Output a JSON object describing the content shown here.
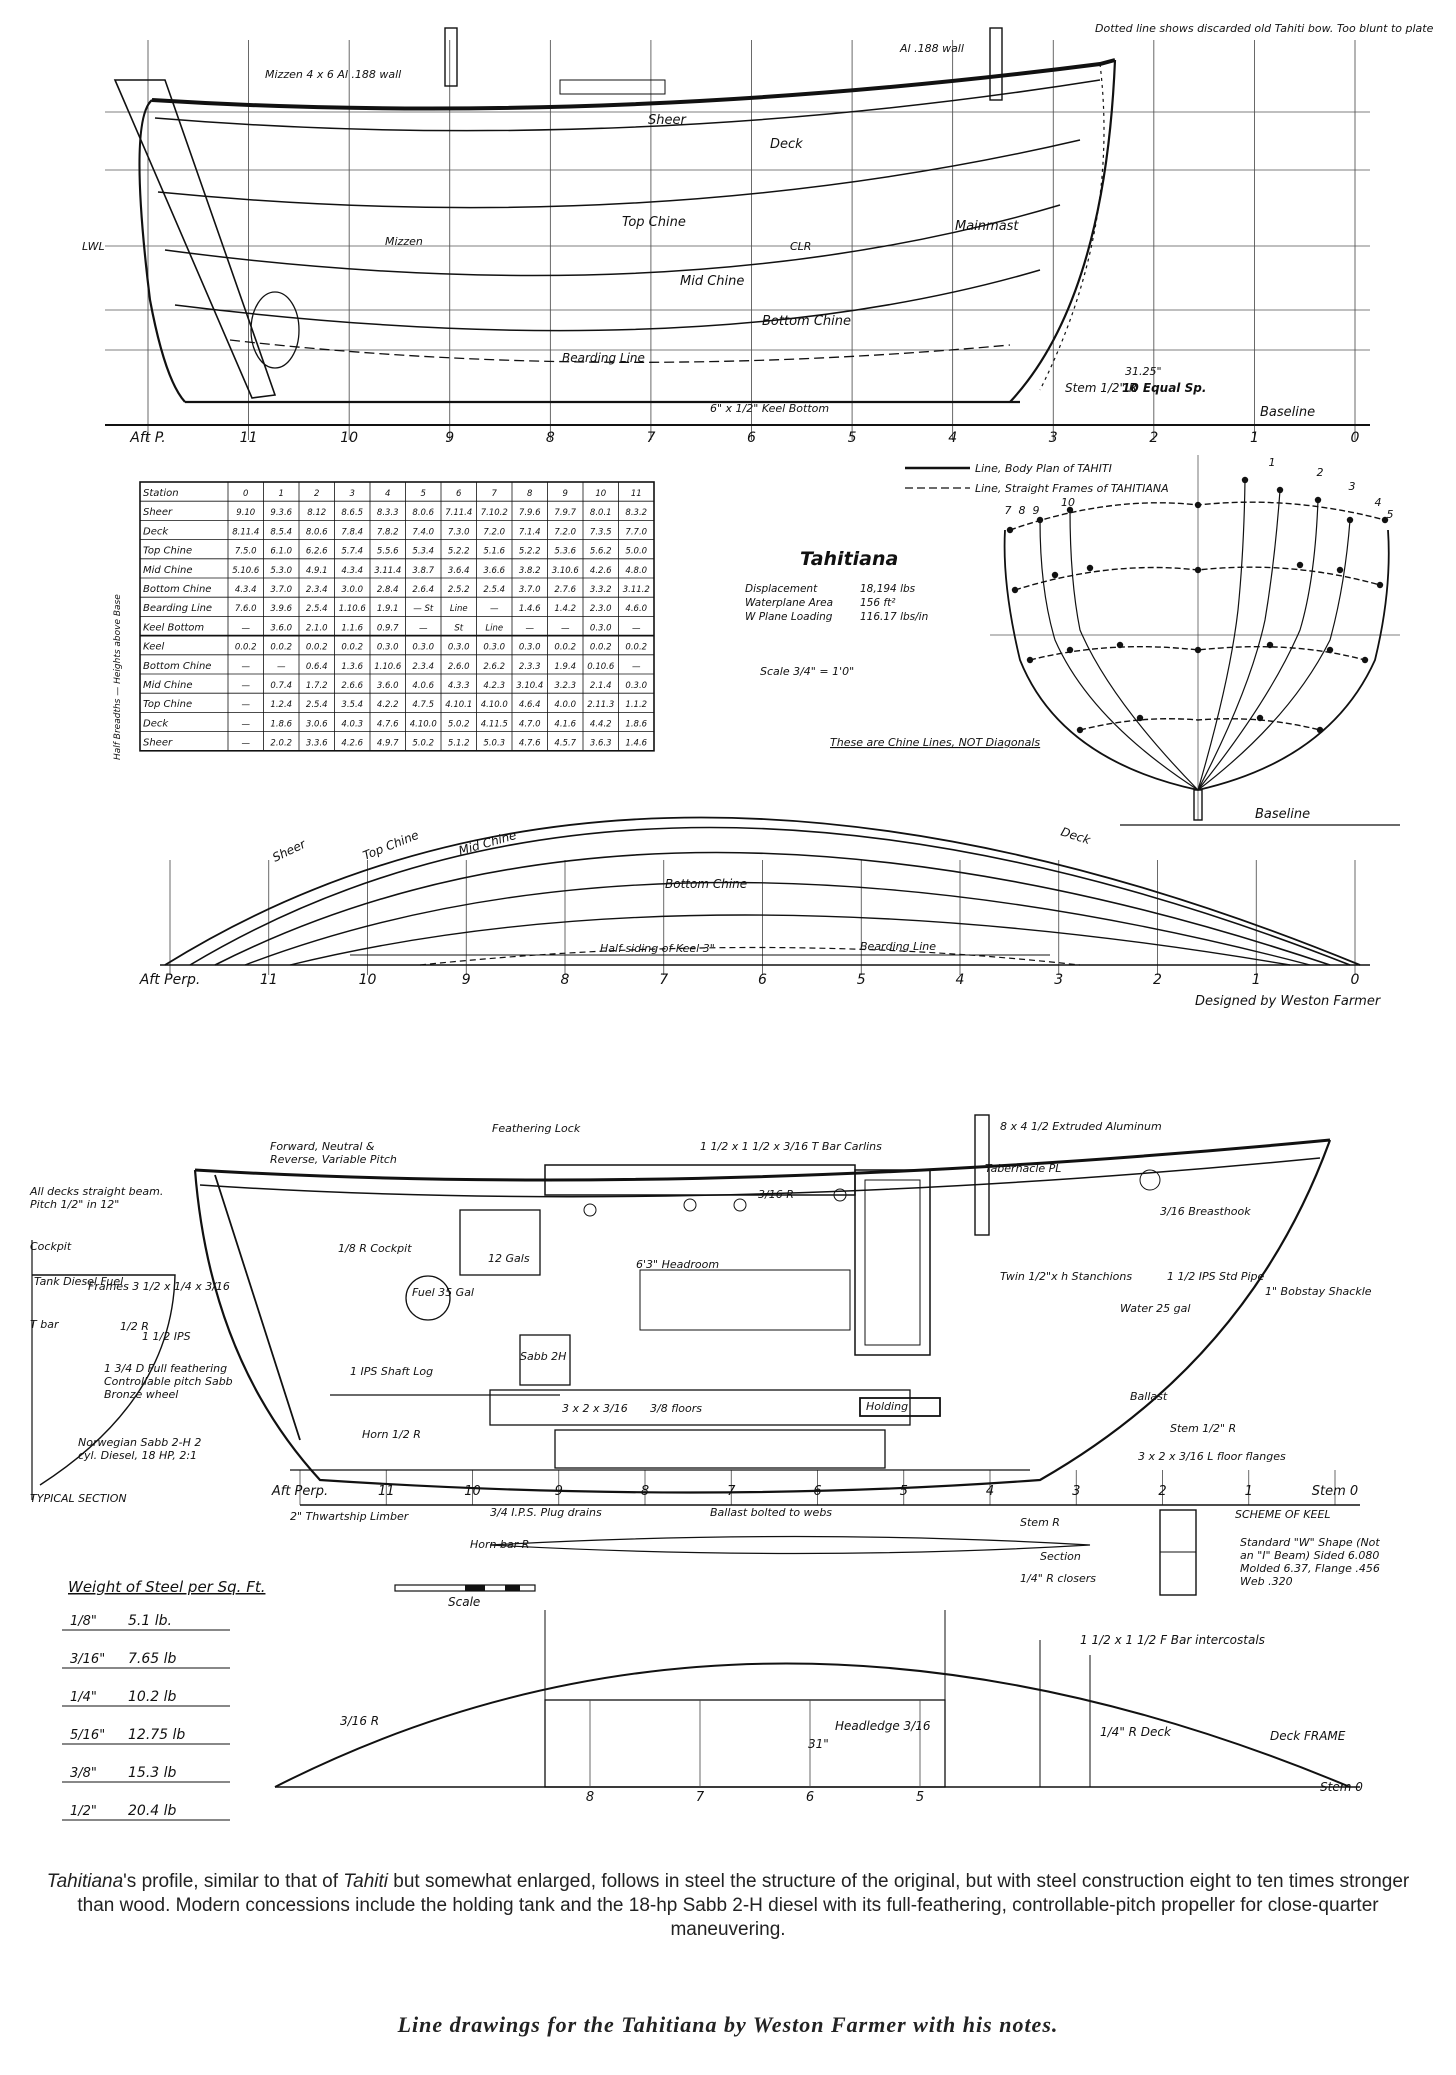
{
  "profile": {
    "station_labels": [
      "Aft P.",
      "11",
      "10",
      "9",
      "8",
      "7",
      "6",
      "5",
      "4",
      "3",
      "2",
      "1",
      "0"
    ],
    "notes": {
      "dotted_line": "Dotted line shows discarded old Tahiti bow. Too blunt to plate",
      "mast_top": "Al .188 wall",
      "mizzen": "Mizzen 4 x 6 Al .188 wall",
      "sheer": "Sheer",
      "deck": "Deck",
      "top_chine": "Top Chine",
      "mid_chine": "Mid Chine",
      "bottom_chine": "Bottom Chine",
      "mainmast": "Mainmast",
      "mizzen_label": "Mizzen",
      "clr": "CLR",
      "bearding_line": "Bearding Line",
      "keel_bottom": "6\" x 1/2\" Keel Bottom",
      "stem": "Stem 1/2\" R",
      "equal_sp": "10 Equal Sp.",
      "baseline": "Baseline",
      "lwl": "LWL",
      "dim_3125": "31.25\""
    }
  },
  "offsets_table": {
    "side_label": "Half Breadths — Heights above Base",
    "header": [
      "Station",
      "0",
      "1",
      "2",
      "3",
      "4",
      "5",
      "6",
      "7",
      "8",
      "9",
      "10",
      "11"
    ],
    "rows": [
      [
        "Sheer",
        "9.10",
        "9.3.6",
        "8.12",
        "8.6.5",
        "8.3.3",
        "8.0.6",
        "7.11.4",
        "7.10.2",
        "7.9.6",
        "7.9.7",
        "8.0.1",
        "8.3.2"
      ],
      [
        "Deck",
        "8.11.4",
        "8.5.4",
        "8.0.6",
        "7.8.4",
        "7.8.2",
        "7.4.0",
        "7.3.0",
        "7.2.0",
        "7.1.4",
        "7.2.0",
        "7.3.5",
        "7.7.0"
      ],
      [
        "Top Chine",
        "7.5.0",
        "6.1.0",
        "6.2.6",
        "5.7.4",
        "5.5.6",
        "5.3.4",
        "5.2.2",
        "5.1.6",
        "5.2.2",
        "5.3.6",
        "5.6.2",
        "5.0.0"
      ],
      [
        "Mid Chine",
        "5.10.6",
        "5.3.0",
        "4.9.1",
        "4.3.4",
        "3.11.4",
        "3.8.7",
        "3.6.4",
        "3.6.6",
        "3.8.2",
        "3.10.6",
        "4.2.6",
        "4.8.0"
      ],
      [
        "Bottom Chine",
        "4.3.4",
        "3.7.0",
        "2.3.4",
        "3.0.0",
        "2.8.4",
        "2.6.4",
        "2.5.2",
        "2.5.4",
        "3.7.0",
        "2.7.6",
        "3.3.2",
        "3.11.2"
      ],
      [
        "Bearding Line",
        "7.6.0",
        "3.9.6",
        "2.5.4",
        "1.10.6",
        "1.9.1",
        "— St",
        "Line",
        "—",
        "1.4.6",
        "1.4.2",
        "2.3.0",
        "4.6.0"
      ],
      [
        "Keel Bottom",
        "—",
        "3.6.0",
        "2.1.0",
        "1.1.6",
        "0.9.7",
        "—",
        "St",
        "Line",
        "—",
        "—",
        "0.3.0",
        "—"
      ],
      [
        "Keel",
        "0.0.2",
        "0.0.2",
        "0.0.2",
        "0.0.2",
        "0.3.0",
        "0.3.0",
        "0.3.0",
        "0.3.0",
        "0.3.0",
        "0.0.2",
        "0.0.2",
        "0.0.2"
      ],
      [
        "Bottom Chine",
        "—",
        "—",
        "0.6.4",
        "1.3.6",
        "1.10.6",
        "2.3.4",
        "2.6.0",
        "2.6.2",
        "2.3.3",
        "1.9.4",
        "0.10.6",
        "—"
      ],
      [
        "Mid Chine",
        "—",
        "0.7.4",
        "1.7.2",
        "2.6.6",
        "3.6.0",
        "4.0.6",
        "4.3.3",
        "4.2.3",
        "3.10.4",
        "3.2.3",
        "2.1.4",
        "0.3.0"
      ],
      [
        "Top Chine",
        "—",
        "1.2.4",
        "2.5.4",
        "3.5.4",
        "4.2.2",
        "4.7.5",
        "4.10.1",
        "4.10.0",
        "4.6.4",
        "4.0.0",
        "2.11.3",
        "1.1.2"
      ],
      [
        "Deck",
        "—",
        "1.8.6",
        "3.0.6",
        "4.0.3",
        "4.7.6",
        "4.10.0",
        "5.0.2",
        "4.11.5",
        "4.7.0",
        "4.1.6",
        "4.4.2",
        "1.8.6"
      ],
      [
        "Sheer",
        "—",
        "2.0.2",
        "3.3.6",
        "4.2.6",
        "4.9.7",
        "5.0.2",
        "5.1.2",
        "5.0.3",
        "4.7.6",
        "4.5.7",
        "3.6.3",
        "1.4.6"
      ]
    ]
  },
  "particulars": {
    "name": "Tahitiana",
    "lines": [
      {
        "label": "Displacement",
        "value": "18,194 lbs"
      },
      {
        "label": "Waterplane Area",
        "value": "156 ft²"
      },
      {
        "label": "W Plane Loading",
        "value": "116.17 lbs/in"
      }
    ],
    "scale": "Scale 3/4\" = 1'0\""
  },
  "body_plan": {
    "legend_solid": "Line, Body Plan of TAHITI",
    "legend_dashed": "Line, Straight Frames of TAHITIANA",
    "chine_note": "These are Chine Lines, NOT Diagonals",
    "baseline": "Baseline",
    "station_labels": [
      "7",
      "8",
      "9",
      "10",
      "1",
      "2",
      "3",
      "4",
      "5"
    ]
  },
  "half_breadth": {
    "labels": [
      "Sheer",
      "Top Chine",
      "Mid Chine",
      "Deck",
      "Bottom Chine",
      "Half siding of Keel 3\"",
      "Bearding Line"
    ],
    "station_labels": [
      "Aft Perp.",
      "11",
      "10",
      "9",
      "8",
      "7",
      "6",
      "5",
      "4",
      "3",
      "2",
      "1",
      "0"
    ],
    "designer": "Designed by Weston Farmer"
  },
  "construction": {
    "callouts": [
      "Feathering Lock",
      "Forward, Neutral & Reverse, Variable Pitch",
      "All decks straight beam. Pitch 1/2\" in 12\"",
      "Cockpit",
      "Tank Diesel Fuel",
      "Frames 3 1/2 x 1/4 x 3/16",
      "T bar",
      "1/2 R",
      "1 1/2 IPS",
      "1 3/4 D Full feathering Controllable pitch Sabb Bronze wheel",
      "Norwegian Sabb 2-H 2 cyl. Diesel, 18 HP, 2:1",
      "TYPICAL SECTION",
      "Horn 1/2 R",
      "Fuel 35 Gal",
      "1 IPS Shaft Log",
      "Sabb 2H",
      "12 Gals",
      "1/8 R Cockpit",
      "6'3\" Headroom",
      "1 1/2 x 1 1/2 x 3/16 T Bar Carlins",
      "3/16 R",
      "8 x 4 1/2 Extruded Aluminum",
      "Tabernacle PL",
      "3/16 Breasthook",
      "1 1/2 IPS Std Pipe",
      "1\" Bobstay Shackle",
      "Twin 1/2\"x h Stanchions",
      "Water 25 gal",
      "Ballast",
      "Holding",
      "3/8 floors",
      "3 x 2 x 3/16",
      "Stem 1/2\" R",
      "3 x 2 x 3/16 L floor flanges",
      "2\" Thwartship Limber",
      "3/4 I.P.S. Plug drains",
      "Ballast bolted to webs",
      "Stem R",
      "Section",
      "1/4\" R closers",
      "Horn bar R",
      "SCHEME OF KEEL",
      "Standard \"W\" Shape (Not an \"I\" Beam) Sided 6.080 Molded 6.37, Flange .456 Web .320"
    ],
    "station_labels": [
      "Aft Perp.",
      "11",
      "10",
      "9",
      "8",
      "7",
      "6",
      "5",
      "4",
      "3",
      "2",
      "1",
      "Stem 0"
    ],
    "scale_label": "Scale"
  },
  "steel_weights": {
    "title": "Weight of Steel per Sq. Ft.",
    "rows": [
      {
        "thickness": "1/8\"",
        "weight": "5.1 lb."
      },
      {
        "thickness": "3/16\"",
        "weight": "7.65 lb"
      },
      {
        "thickness": "1/4\"",
        "weight": "10.2 lb"
      },
      {
        "thickness": "5/16\"",
        "weight": "12.75 lb"
      },
      {
        "thickness": "3/8\"",
        "weight": "15.3 lb"
      },
      {
        "thickness": "1/2\"",
        "weight": "20.4 lb"
      }
    ]
  },
  "deck_frame": {
    "labels": [
      "1 1/2 x 1 1/2 F Bar intercostals",
      "Headledge 3/16",
      "31\"",
      "1/4\" R Deck",
      "Deck FRAME",
      "3/16 R",
      "Stem 0"
    ],
    "station_labels": [
      "8",
      "7",
      "6",
      "5"
    ]
  },
  "caption": {
    "emph": "Tahitiana",
    "text": "'s profile, similar to that of ",
    "emph2": "Tahiti",
    "text2": " but somewhat enlarged, follows in steel the structure of the original, but with steel construction eight to ten times stronger than wood. Modern concessions include the holding tank and the 18-hp Sabb 2-H diesel with its full-feathering, controllable-pitch propeller for close-quarter maneuvering."
  },
  "subcaption": "Line drawings for the Tahitiana by Weston Farmer with his notes."
}
